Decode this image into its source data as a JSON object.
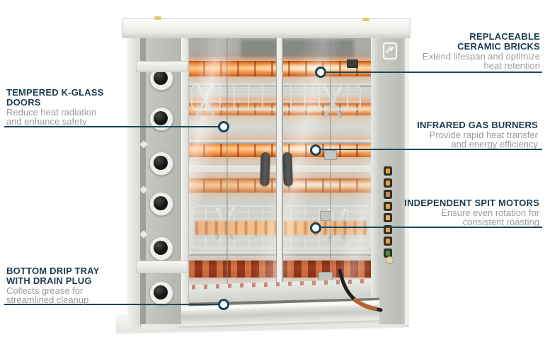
{
  "diagram_title": "rotisserie-oven-feature-diagram",
  "callouts": {
    "ceramic_bricks": {
      "title_line1": "REPLACEABLE",
      "title_line2": "CERAMIC BRICKS",
      "desc_line1": "Extend lifespan and optimize",
      "desc_line2": "heat retention"
    },
    "kglass_doors": {
      "title_line1": "TEMPERED K-GLASS",
      "title_line2": "DOORS",
      "desc_line1": "Reduce heat radiation",
      "desc_line2": "and enhance safety"
    },
    "gas_burners": {
      "title_line1": "INFRARED GAS BURNERS",
      "desc_line1": "Provide rapid heat transfer",
      "desc_line2": "and energy efficiency"
    },
    "spit_motors": {
      "title_line1": "INDEPENDENT SPIT MOTORS",
      "desc_line1": "Ensure even rotation for",
      "desc_line2": "consistent roasting"
    },
    "drip_tray": {
      "title_line1": "BOTTOM DRIP TRAY",
      "title_line2": "WITH DRAIN PLUG",
      "desc_line1": "Collects grease for",
      "desc_line2": "streamlined cleanup"
    }
  },
  "colors": {
    "callout_line": "#1b4557",
    "heading_text": "#1d3c50",
    "body_text": "#9b9b9b",
    "burner_glow": "#ff9d43",
    "led_amber": "#e2a23c",
    "led_green": "#4e8f41"
  },
  "machine": {
    "brand_logo_icon": "rooster-emblem",
    "spit_motor_knob_count": 6,
    "control_button_count": 8
  }
}
